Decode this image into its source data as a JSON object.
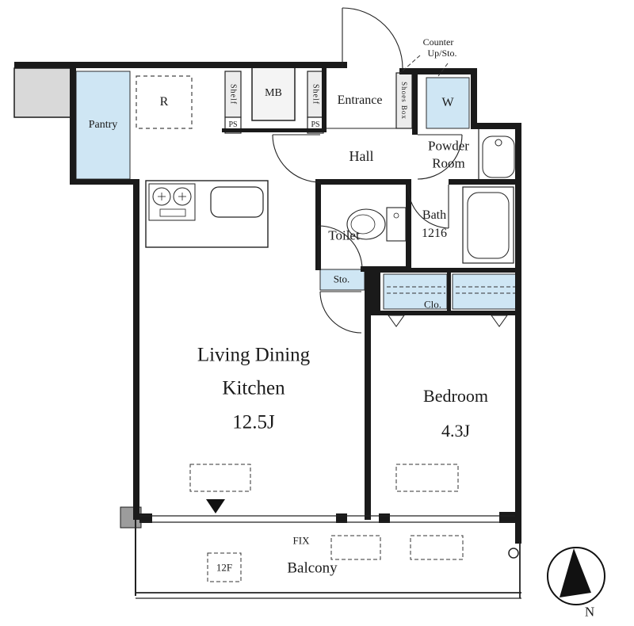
{
  "plan": {
    "labels": {
      "pantry": "Pantry",
      "fridge": "R",
      "shelf_left": "Shelf",
      "ps_left": "PS",
      "meter_box": "MB",
      "shelf_right": "Shelf",
      "ps_right": "PS",
      "entrance": "Entrance",
      "shoes_box": "Shoes Box",
      "washer": "W",
      "counter_note_1": "Counter",
      "counter_note_2": "Up/Sto.",
      "hall": "Hall",
      "powder_1": "Powder",
      "powder_2": "Room",
      "toilet": "Toilet",
      "bath_1": "Bath",
      "bath_2": "1216",
      "storage": "Sto.",
      "closet": "Clo.",
      "ldk_1": "Living Dining",
      "ldk_2": "Kitchen",
      "ldk_size": "12.5J",
      "bedroom": "Bedroom",
      "bedroom_size": "4.3J",
      "fix": "FIX",
      "balcony": "Balcony",
      "floor": "12F",
      "north": "N"
    },
    "colors": {
      "fixture_blue": "#cfe6f4",
      "wall": "#1a1a1a",
      "outside_gray": "#d9d9d9"
    }
  }
}
